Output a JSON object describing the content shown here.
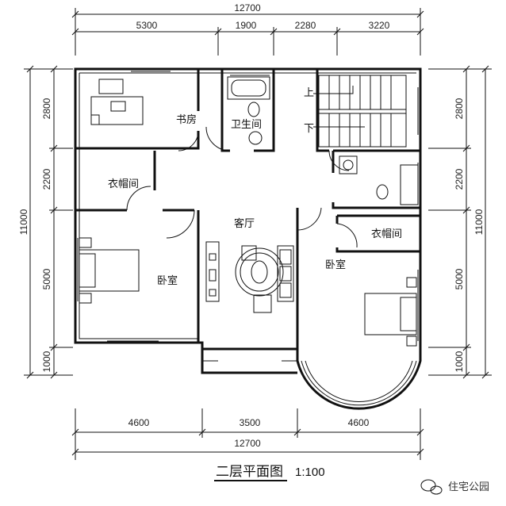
{
  "plan_title": "二层平面图",
  "scale_label": "1:100",
  "watermark": "住宅公园",
  "dims": {
    "top_total": "12700",
    "top_segments": [
      "5300",
      "1900",
      "2280",
      "3220"
    ],
    "bottom_segments": [
      "4600",
      "3500",
      "4600"
    ],
    "bottom_total": "12700",
    "left_segments": [
      "2800",
      "2200",
      "5000",
      "1000"
    ],
    "left_total": "11000",
    "right_segments": [
      "2800",
      "2200",
      "5000",
      "1000"
    ],
    "right_total": "11000"
  },
  "rooms": {
    "study": "书房",
    "bathroom": "卫生间",
    "cloakroom_left": "衣帽间",
    "living_room": "客厅",
    "bedroom_left": "卧室",
    "bedroom_right": "卧室",
    "cloakroom_right": "衣帽间"
  },
  "stairs": {
    "up": "上",
    "down": "下"
  },
  "colors": {
    "line": "#111111",
    "background": "#ffffff"
  }
}
